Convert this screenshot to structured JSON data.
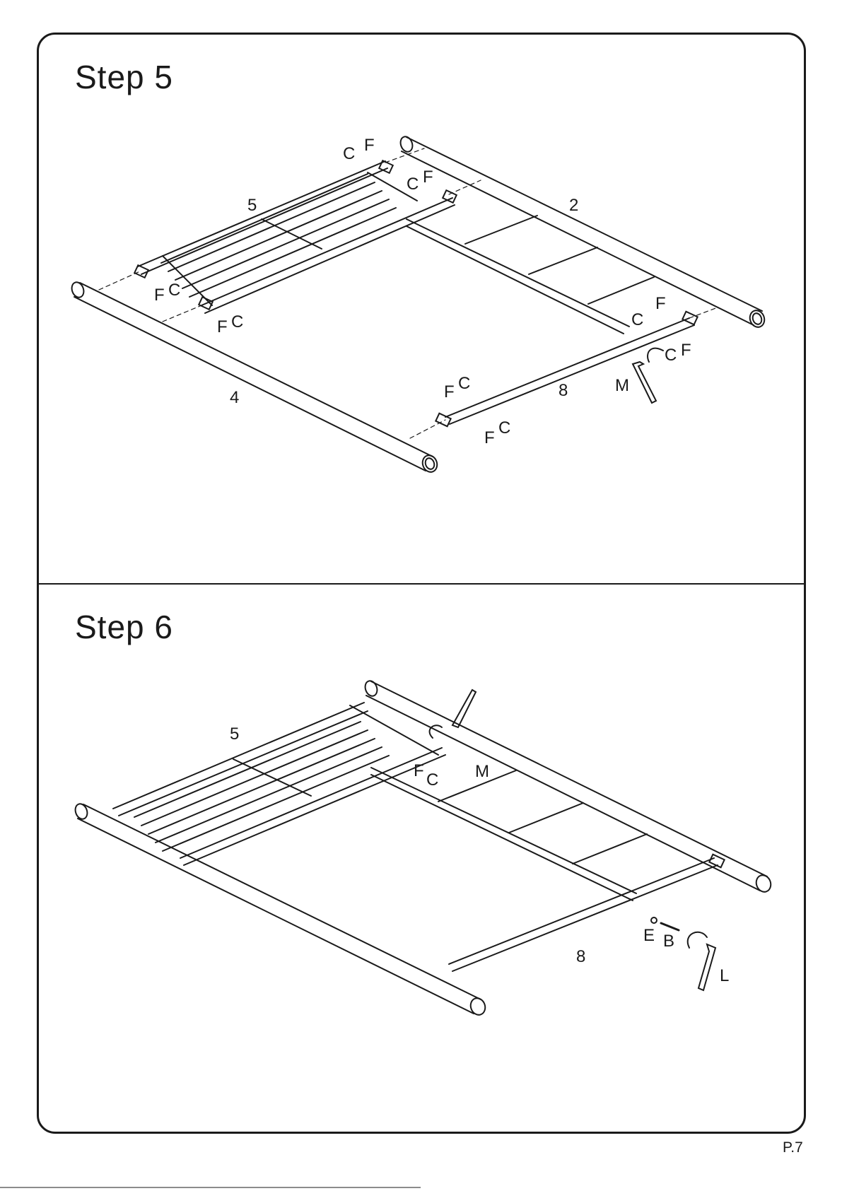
{
  "steps": [
    {
      "title": "Step  5",
      "labels": {
        "part5": "5",
        "part2": "2",
        "part4": "4",
        "part8": "8",
        "c1": "C",
        "f1": "F",
        "c2": "C",
        "f2": "F",
        "f3": "F",
        "c3": "C",
        "f4": "F",
        "c4": "C",
        "c5": "C",
        "f5": "F",
        "c6": "C",
        "f6": "F",
        "f7": "F",
        "c7": "C",
        "f8": "F",
        "c8": "C",
        "tool": "M"
      }
    },
    {
      "title": "Step  6",
      "labels": {
        "part5": "5",
        "part8": "8",
        "f1": "F",
        "c1": "C",
        "toolM": "M",
        "e": "E",
        "b": "B",
        "toolL": "L"
      }
    }
  ],
  "page_number": "P.7"
}
